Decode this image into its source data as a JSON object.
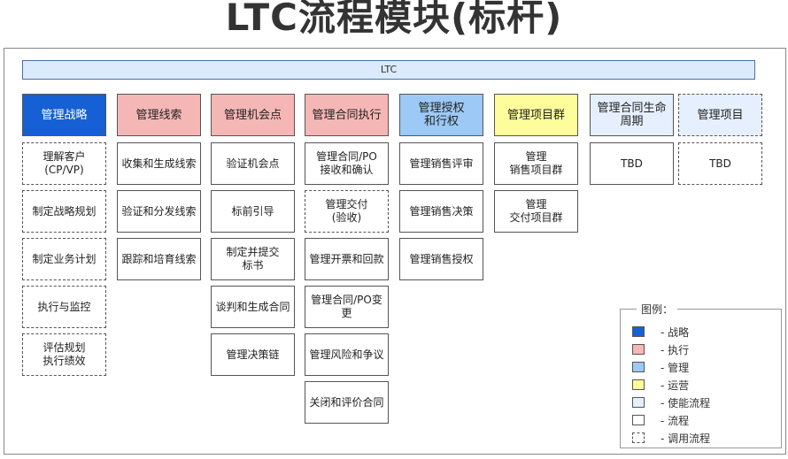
{
  "title": "LTC流程模块(标杆)",
  "ltc_label": "LTC",
  "colors": {
    "strategy": "#1560d4",
    "execute": "#f5b7b5",
    "manage": "#9cc9f5",
    "operate": "#fdfd9c",
    "enable": "#e6effd",
    "process": "#ffffff"
  },
  "columns": [
    {
      "header": "管理战略",
      "type": "strategy",
      "dashed": false,
      "items": [
        {
          "label": "理解客户\n(CP/VP)",
          "dashed": true
        },
        {
          "label": "制定战略规划",
          "dashed": true
        },
        {
          "label": "制定业务计划",
          "dashed": true
        },
        {
          "label": "执行与监控",
          "dashed": true
        },
        {
          "label": "评估规划\n执行绩效",
          "dashed": true
        }
      ]
    },
    {
      "header": "管理线索",
      "type": "execute",
      "dashed": false,
      "items": [
        {
          "label": "收集和生成线索",
          "dashed": false
        },
        {
          "label": "验证和分发线索",
          "dashed": false
        },
        {
          "label": "跟踪和培育线索",
          "dashed": false
        }
      ]
    },
    {
      "header": "管理机会点",
      "type": "execute",
      "dashed": false,
      "items": [
        {
          "label": "验证机会点",
          "dashed": false
        },
        {
          "label": "标前引导",
          "dashed": false
        },
        {
          "label": "制定并提交\n标书",
          "dashed": false
        },
        {
          "label": "谈判和生成合同",
          "dashed": false
        },
        {
          "label": "管理决策链",
          "dashed": false
        }
      ]
    },
    {
      "header": "管理合同执行",
      "type": "execute",
      "dashed": false,
      "items": [
        {
          "label": "管理合同/PO\n接收和确认",
          "dashed": false
        },
        {
          "label": "管理交付\n(验收)",
          "dashed": true
        },
        {
          "label": "管理开票和回款",
          "dashed": false
        },
        {
          "label": "管理合同/PO变更",
          "dashed": false
        },
        {
          "label": "管理风险和争议",
          "dashed": false
        },
        {
          "label": "关闭和评价合同",
          "dashed": false
        }
      ]
    },
    {
      "header": "管理授权\n和行权",
      "type": "manage",
      "dashed": false,
      "items": [
        {
          "label": "管理销售评审",
          "dashed": false
        },
        {
          "label": "管理销售决策",
          "dashed": false
        },
        {
          "label": "管理销售授权",
          "dashed": false
        }
      ]
    },
    {
      "header": "管理项目群",
      "type": "operate",
      "dashed": false,
      "items": [
        {
          "label": "管理\n销售项目群",
          "dashed": false
        },
        {
          "label": "管理\n交付项目群",
          "dashed": false
        }
      ]
    },
    {
      "header": "管理合同生命\n周期",
      "type": "enable",
      "dashed": false,
      "items": [
        {
          "label": "TBD",
          "dashed": false
        }
      ]
    },
    {
      "header": "管理项目",
      "type": "enable",
      "dashed": true,
      "items": [
        {
          "label": "TBD",
          "dashed": true
        }
      ]
    }
  ],
  "legend": {
    "title": "图例：",
    "items": [
      {
        "label": "- 战略",
        "color": "#1560d4",
        "dashed": false
      },
      {
        "label": "- 执行",
        "color": "#f5b7b5",
        "dashed": false
      },
      {
        "label": "- 管理",
        "color": "#9cc9f5",
        "dashed": false
      },
      {
        "label": "- 运营",
        "color": "#fdfd9c",
        "dashed": false
      },
      {
        "label": "- 使能流程",
        "color": "#e6effd",
        "dashed": false
      },
      {
        "label": "- 流程",
        "color": "#ffffff",
        "dashed": false
      },
      {
        "label": "- 调用流程",
        "color": "#ffffff",
        "dashed": true
      }
    ]
  }
}
